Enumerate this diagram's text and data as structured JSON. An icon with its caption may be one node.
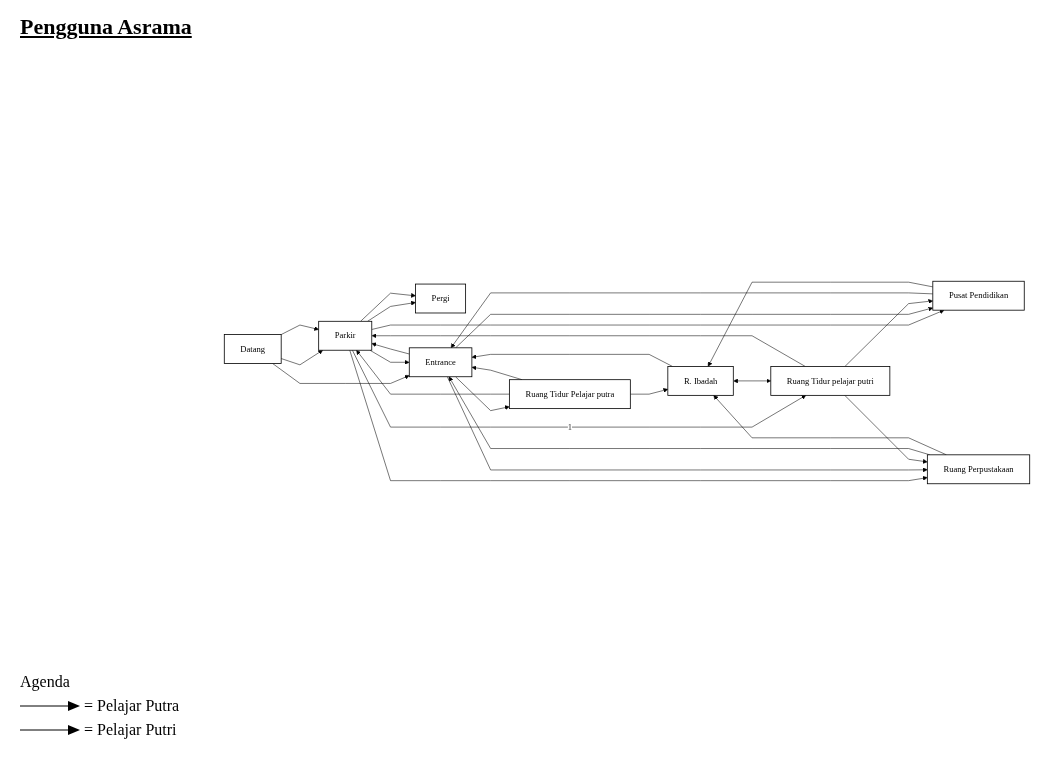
{
  "diagram": {
    "title": "Pengguna Asrama",
    "nodes": [
      {
        "text": [
          "Pergi"
        ]
      },
      {
        "text": [
          "Parkir"
        ]
      },
      {
        "text": [
          "Datang"
        ]
      },
      {
        "text": [
          "Entrance"
        ]
      },
      {
        "text": [
          "Ruang Tidur pelajar putri"
        ]
      },
      {
        "text": [
          "Ruang Tidur Pelajar putra"
        ]
      },
      {
        "text": [
          "Pusat Pendidikan"
        ]
      },
      {
        "text": [
          "Ruang Perpustakaan"
        ]
      },
      {
        "text": [
          "R. Ibadah"
        ]
      }
    ],
    "edges": [
      {
        "from": 1,
        "to": 0,
        "arrow": "to"
      },
      {
        "from": 1,
        "to": 0,
        "arrow": "to"
      },
      {
        "from": 2,
        "to": 1,
        "arrow": "to"
      },
      {
        "from": 2,
        "to": 1,
        "arrow": "to"
      },
      {
        "from": 2,
        "to": 3,
        "arrow": "to"
      },
      {
        "from": 1,
        "to": 3,
        "arrow": "to"
      },
      {
        "from": 3,
        "to": 1,
        "arrow": "to"
      },
      {
        "from": 4,
        "to": 1,
        "arrow": "to"
      },
      {
        "from": 5,
        "to": 1,
        "arrow": "to"
      },
      {
        "from": 1,
        "to": 4,
        "arrow": "to",
        "label": "1"
      },
      {
        "from": 1,
        "to": 6,
        "arrow": "to"
      },
      {
        "from": 1,
        "to": 7,
        "arrow": "to"
      },
      {
        "from": 3,
        "to": 5,
        "arrow": "to"
      },
      {
        "from": 3,
        "to": 6,
        "arrow": "to"
      },
      {
        "from": 3,
        "to": 7,
        "arrow": "to"
      },
      {
        "from": 5,
        "to": 3,
        "arrow": "to"
      },
      {
        "from": 6,
        "to": 3,
        "arrow": "to"
      },
      {
        "from": 7,
        "to": 3,
        "arrow": "to"
      },
      {
        "from": 8,
        "to": 3,
        "arrow": "to"
      },
      {
        "from": 4,
        "to": 6,
        "arrow": "to"
      },
      {
        "from": 4,
        "to": 7,
        "arrow": "to"
      },
      {
        "from": 8,
        "to": 4,
        "arrow": "both"
      },
      {
        "from": 5,
        "to": 8,
        "arrow": "to"
      },
      {
        "from": 6,
        "to": 8,
        "arrow": "to"
      },
      {
        "from": 7,
        "to": 8,
        "arrow": "to"
      }
    ],
    "labels": [
      "Agenda"
    ],
    "legend": [
      {
        "text": "= Pelajar Putra"
      },
      {
        "text": "= Pelajar Putri"
      }
    ]
  }
}
